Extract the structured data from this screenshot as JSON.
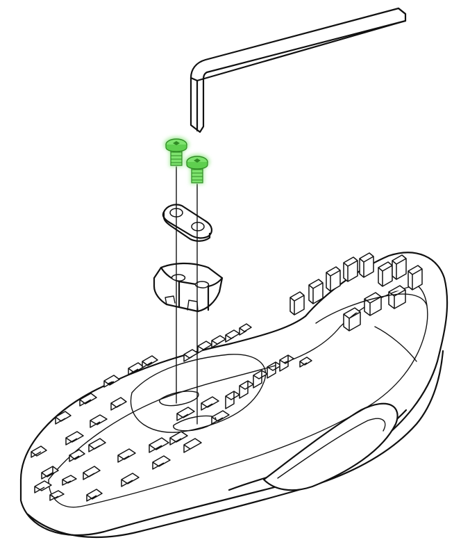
{
  "diagram": {
    "parts": [
      "hex-key",
      "cleat-bolt",
      "cleat-bolt",
      "cleat-washer",
      "cleat",
      "cycling-shoe-sole"
    ],
    "colors": {
      "highlight": "#7ee36e",
      "highlight_dark": "#2f8a24",
      "line": "#111111",
      "fill": "#ffffff"
    }
  }
}
